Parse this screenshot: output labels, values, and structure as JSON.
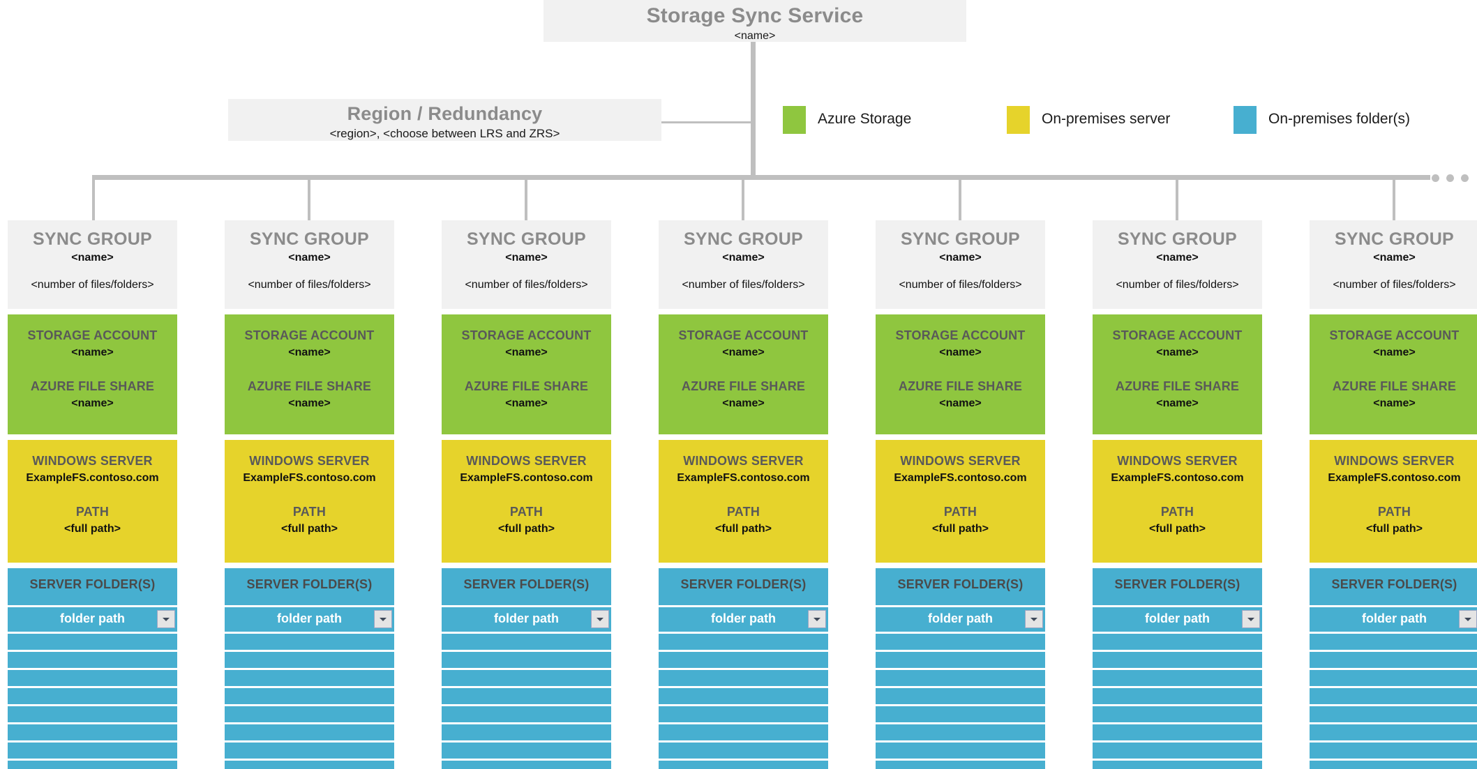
{
  "colors": {
    "azure_storage": "#8FC63F",
    "onprem_server": "#E6D32B",
    "onprem_folder": "#47AFD0",
    "box_grey": "#f1f1f1",
    "line_grey": "#bfbfbf"
  },
  "root": {
    "title": "Storage Sync Service",
    "subtitle": "<name>"
  },
  "region": {
    "title": "Region / Redundancy",
    "subtitle": "<region>, <choose between LRS and ZRS>"
  },
  "legend": {
    "items": [
      {
        "label": "Azure Storage",
        "color": "#8FC63F"
      },
      {
        "label": "On-premises server",
        "color": "#E6D32B"
      },
      {
        "label": "On-premises folder(s)",
        "color": "#47AFD0"
      }
    ]
  },
  "bus": {
    "ellipsis": "..."
  },
  "sync_group_template": {
    "group": {
      "title": "SYNC GROUP",
      "name": "<name>",
      "count": "<number of files/folders>"
    },
    "azure": {
      "storage_account_label": "STORAGE ACCOUNT",
      "storage_account_value": "<name>",
      "file_share_label": "AZURE FILE SHARE",
      "file_share_value": "<name>"
    },
    "server": {
      "server_label": "WINDOWS SERVER",
      "server_value": "ExampleFS.contoso.com",
      "path_label": "PATH",
      "path_value": "<full path>"
    },
    "folders": {
      "header": "SERVER FOLDER(S)",
      "first_row": "folder path",
      "empty_row_count": 8
    }
  },
  "columns": [
    {
      "group": {
        "title": "SYNC GROUP",
        "name": "<name>",
        "count": "<number of files/folders>"
      },
      "azure": {
        "storage_account_label": "STORAGE ACCOUNT",
        "storage_account_value": "<name>",
        "file_share_label": "AZURE FILE SHARE",
        "file_share_value": "<name>"
      },
      "server": {
        "server_label": "WINDOWS SERVER",
        "server_value": "ExampleFS.contoso.com",
        "path_label": "PATH",
        "path_value": "<full path>"
      },
      "folders": {
        "header": "SERVER FOLDER(S)",
        "first_row": "folder path"
      }
    },
    {
      "group": {
        "title": "SYNC GROUP",
        "name": "<name>",
        "count": "<number of files/folders>"
      },
      "azure": {
        "storage_account_label": "STORAGE ACCOUNT",
        "storage_account_value": "<name>",
        "file_share_label": "AZURE FILE SHARE",
        "file_share_value": "<name>"
      },
      "server": {
        "server_label": "WINDOWS SERVER",
        "server_value": "ExampleFS.contoso.com",
        "path_label": "PATH",
        "path_value": "<full path>"
      },
      "folders": {
        "header": "SERVER FOLDER(S)",
        "first_row": "folder path"
      }
    },
    {
      "group": {
        "title": "SYNC GROUP",
        "name": "<name>",
        "count": "<number of files/folders>"
      },
      "azure": {
        "storage_account_label": "STORAGE ACCOUNT",
        "storage_account_value": "<name>",
        "file_share_label": "AZURE FILE SHARE",
        "file_share_value": "<name>"
      },
      "server": {
        "server_label": "WINDOWS SERVER",
        "server_value": "ExampleFS.contoso.com",
        "path_label": "PATH",
        "path_value": "<full path>"
      },
      "folders": {
        "header": "SERVER FOLDER(S)",
        "first_row": "folder path"
      }
    },
    {
      "group": {
        "title": "SYNC GROUP",
        "name": "<name>",
        "count": "<number of files/folders>"
      },
      "azure": {
        "storage_account_label": "STORAGE ACCOUNT",
        "storage_account_value": "<name>",
        "file_share_label": "AZURE FILE SHARE",
        "file_share_value": "<name>"
      },
      "server": {
        "server_label": "WINDOWS SERVER",
        "server_value": "ExampleFS.contoso.com",
        "path_label": "PATH",
        "path_value": "<full path>"
      },
      "folders": {
        "header": "SERVER FOLDER(S)",
        "first_row": "folder path"
      }
    },
    {
      "group": {
        "title": "SYNC GROUP",
        "name": "<name>",
        "count": "<number of files/folders>"
      },
      "azure": {
        "storage_account_label": "STORAGE ACCOUNT",
        "storage_account_value": "<name>",
        "file_share_label": "AZURE FILE SHARE",
        "file_share_value": "<name>"
      },
      "server": {
        "server_label": "WINDOWS SERVER",
        "server_value": "ExampleFS.contoso.com",
        "path_label": "PATH",
        "path_value": "<full path>"
      },
      "folders": {
        "header": "SERVER FOLDER(S)",
        "first_row": "folder path"
      }
    },
    {
      "group": {
        "title": "SYNC GROUP",
        "name": "<name>",
        "count": "<number of files/folders>"
      },
      "azure": {
        "storage_account_label": "STORAGE ACCOUNT",
        "storage_account_value": "<name>",
        "file_share_label": "AZURE FILE SHARE",
        "file_share_value": "<name>"
      },
      "server": {
        "server_label": "WINDOWS SERVER",
        "server_value": "ExampleFS.contoso.com",
        "path_label": "PATH",
        "path_value": "<full path>"
      },
      "folders": {
        "header": "SERVER FOLDER(S)",
        "first_row": "folder path"
      }
    },
    {
      "group": {
        "title": "SYNC GROUP",
        "name": "<name>",
        "count": "<number of files/folders>"
      },
      "azure": {
        "storage_account_label": "STORAGE ACCOUNT",
        "storage_account_value": "<name>",
        "file_share_label": "AZURE FILE SHARE",
        "file_share_value": "<name>"
      },
      "server": {
        "server_label": "WINDOWS SERVER",
        "server_value": "ExampleFS.contoso.com",
        "path_label": "PATH",
        "path_value": "<full path>"
      },
      "folders": {
        "header": "SERVER FOLDER(S)",
        "first_row": "folder path"
      }
    }
  ]
}
